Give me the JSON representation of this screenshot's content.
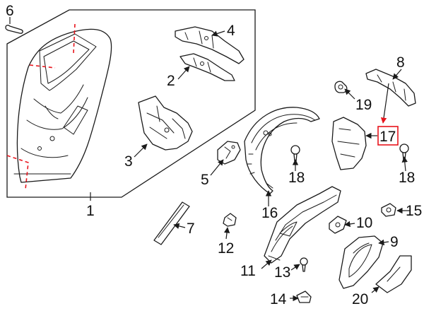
{
  "callouts": {
    "p1": "1",
    "p2": "2",
    "p3": "3",
    "p4": "4",
    "p5": "5",
    "p6": "6",
    "p7": "7",
    "p8": "8",
    "p9": "9",
    "p10": "10",
    "p11": "11",
    "p12": "12",
    "p13": "13",
    "p14": "14",
    "p15": "15",
    "p16": "16",
    "p17": "17",
    "p18a": "18",
    "p18b": "18",
    "p19": "19",
    "p20": "20"
  },
  "colors": {
    "line": "#1a1a1a",
    "cut_line": "#e8141c",
    "highlight": "#e8141c"
  }
}
